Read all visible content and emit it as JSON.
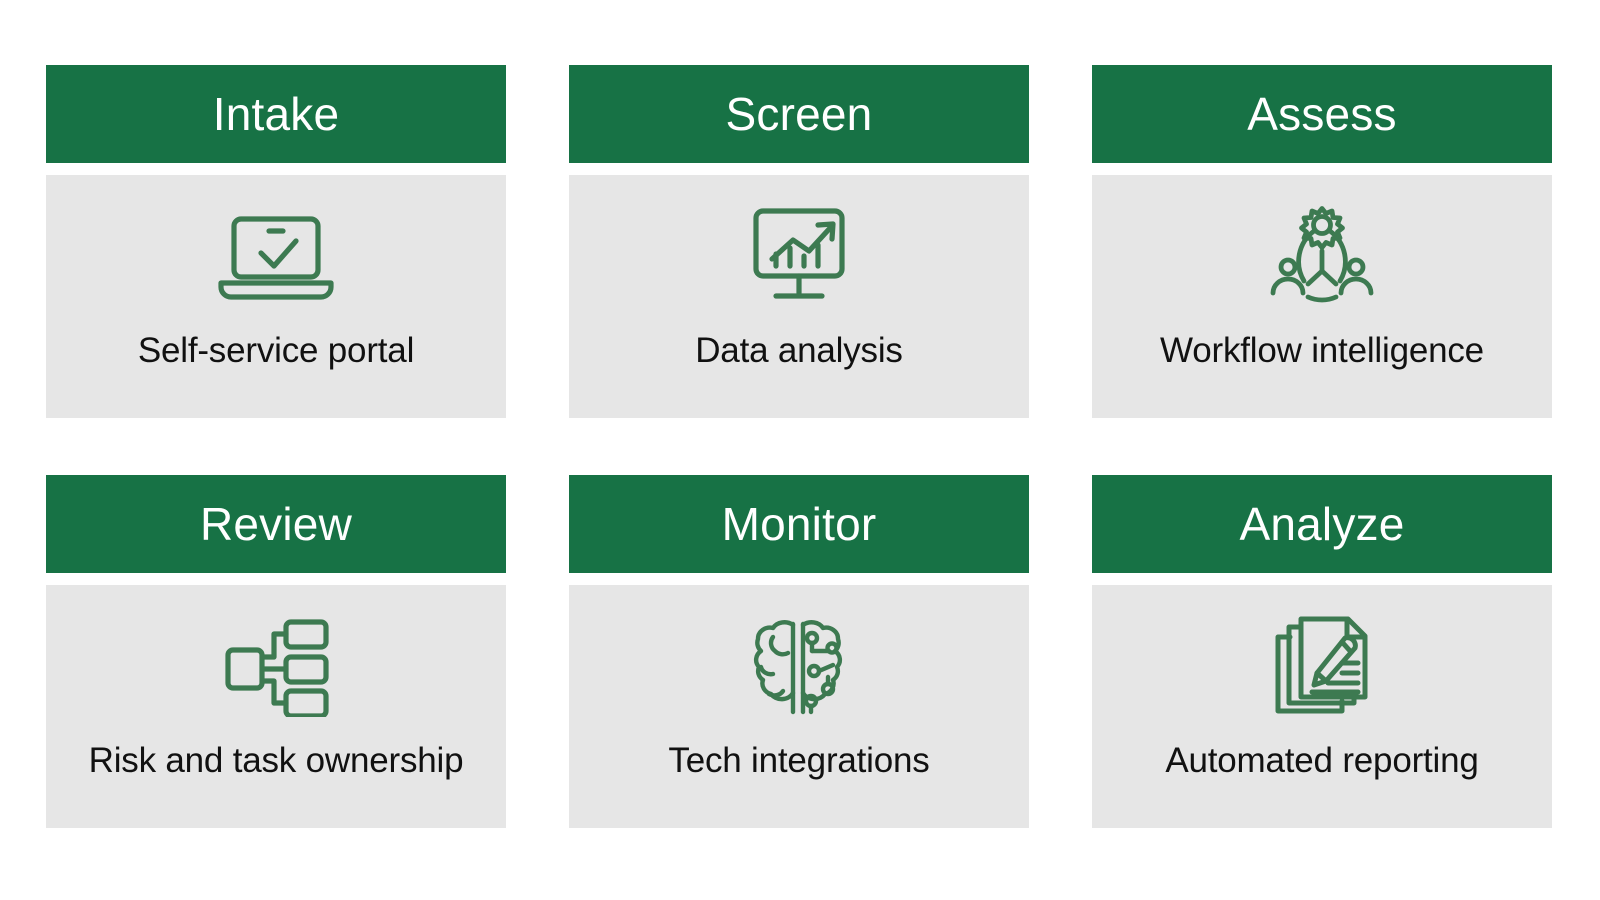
{
  "theme": {
    "header_green": "#177245",
    "body_gray": "#E6E6E6",
    "icon_green": "#3D7A51",
    "caption_color": "#111111",
    "header_text_color": "#FFFFFF",
    "page_background": "#FFFFFF"
  },
  "cards": [
    {
      "title": "Intake",
      "caption": "Self-service portal",
      "icon": "laptop-check-icon"
    },
    {
      "title": "Screen",
      "caption": "Data analysis",
      "icon": "monitor-bar-chart-growth-icon"
    },
    {
      "title": "Assess",
      "caption": "Workflow intelligence",
      "icon": "gear-people-network-icon"
    },
    {
      "title": "Review",
      "caption": "Risk and task ownership",
      "icon": "org-chart-hierarchy-icon"
    },
    {
      "title": "Monitor",
      "caption": "Tech integrations",
      "icon": "ai-circuit-brain-icon"
    },
    {
      "title": "Analyze",
      "caption": "Automated reporting",
      "icon": "documents-pencil-icon"
    }
  ]
}
